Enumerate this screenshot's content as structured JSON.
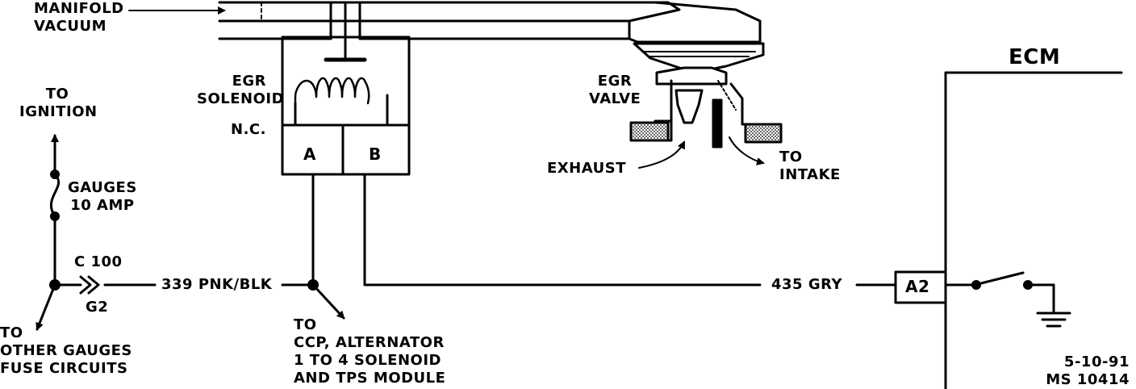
{
  "labels": {
    "manifold_line1": "MANIFOLD",
    "manifold_line2": "VACUUM",
    "egr_solenoid_line1": "EGR",
    "egr_solenoid_line2": "SOLENOID",
    "nc": "N.C.",
    "pin_a": "A",
    "pin_b": "B",
    "egr_valve_line1": "EGR",
    "egr_valve_line2": "VALVE",
    "exhaust": "EXHAUST",
    "to_intake_line1": "TO",
    "to_intake_line2": "INTAKE",
    "ecm": "ECM",
    "to_ignition_line1": "TO",
    "to_ignition_line2": "IGNITION",
    "gauges_fuse_line1": "GAUGES",
    "gauges_fuse_line2": "10 AMP",
    "connector_c100": "C 100",
    "connector_g2": "G2",
    "wire_339": "339 PNK/BLK",
    "wire_435": "435 GRY",
    "ecm_pin": "A2",
    "to_other_line1": "TO",
    "to_other_line2": "OTHER GAUGES",
    "to_other_line3": "FUSE CIRCUITS",
    "to_ccp_line1": "TO",
    "to_ccp_line2": "CCP, ALTERNATOR",
    "to_ccp_line3": "1 TO 4 SOLENOID",
    "to_ccp_line4": "AND TPS MODULE",
    "date": "5-10-91",
    "ms_number": "MS 10414"
  }
}
